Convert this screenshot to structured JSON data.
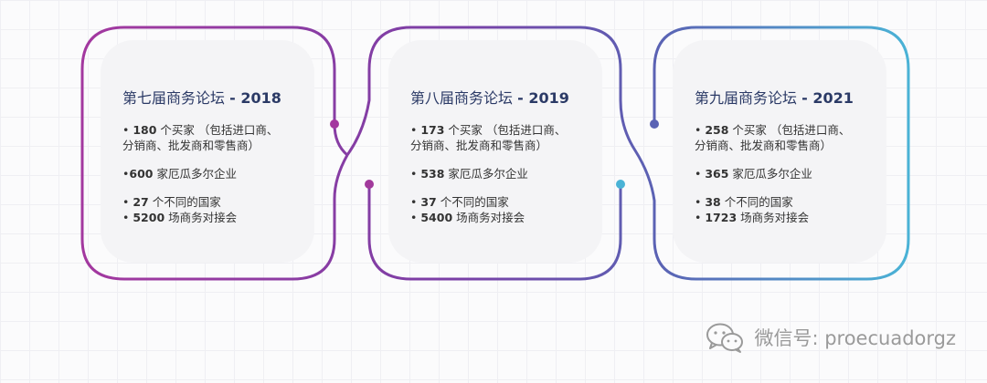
{
  "colors": {
    "purple": "#a3389f",
    "violet": "#6d4fa8",
    "blue": "#4a6fb6",
    "cyan": "#4ab3d6",
    "title": "#2b3a66"
  },
  "forums": [
    {
      "title": "第七届商务论坛",
      "year": "- 2018",
      "items": [
        {
          "num": "180",
          "text": " 个买家 （包括进口商、",
          "prefix": "• "
        },
        {
          "num": "",
          "text": "分销商、批发商和零售商）",
          "prefix": ""
        },
        {
          "num": "600",
          "text": " 家厄瓜多尔企业",
          "prefix": "•"
        },
        {
          "num": "27",
          "text": " 个不同的国家",
          "prefix": "•  "
        },
        {
          "num": "5200",
          "text": " 场商务对接会",
          "prefix": "•  "
        }
      ]
    },
    {
      "title": "第八届商务论坛",
      "year": "- 2019",
      "items": [
        {
          "num": "173",
          "text": " 个买家 （包括进口商、",
          "prefix": "• "
        },
        {
          "num": "",
          "text": "分销商、批发商和零售商）",
          "prefix": ""
        },
        {
          "num": "538",
          "text": " 家厄瓜多尔企业",
          "prefix": "• "
        },
        {
          "num": "37",
          "text": " 个不同的国家",
          "prefix": "• "
        },
        {
          "num": "5400",
          "text": " 场商务对接会",
          "prefix": "• "
        }
      ]
    },
    {
      "title": "第九届商务论坛",
      "year": "- 2021",
      "items": [
        {
          "num": "258",
          "text": " 个买家 （包括进口商、",
          "prefix": "• "
        },
        {
          "num": "",
          "text": "分销商、批发商和零售商）",
          "prefix": ""
        },
        {
          "num": "365",
          "text": " 家厄瓜多尔企业",
          "prefix": "• "
        },
        {
          "num": "38",
          "text": " 个不同的国家",
          "prefix": "• "
        },
        {
          "num": "1723",
          "text": " 场商务对接会",
          "prefix": "• "
        }
      ]
    }
  ],
  "watermark": {
    "text": "微信号: proecuadorgz",
    "icon": "wechat-icon"
  }
}
